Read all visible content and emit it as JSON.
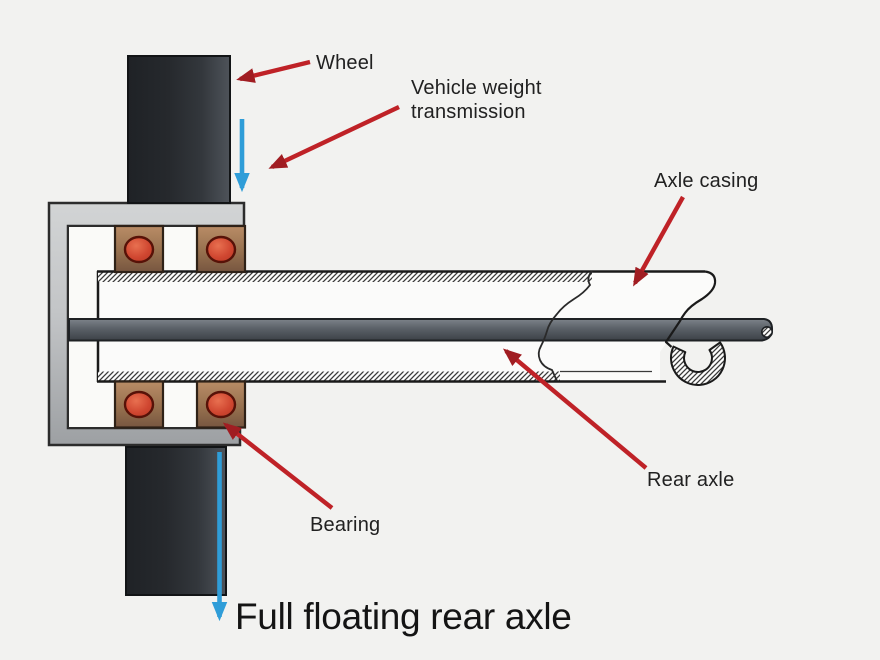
{
  "diagram": {
    "title": "Full floating rear axle",
    "labels": {
      "wheel": "Wheel",
      "vehicle_weight_line1": "Vehicle weight",
      "vehicle_weight_line2": "transmission",
      "axle_casing": "Axle casing",
      "rear_axle": "Rear axle",
      "bearing": "Bearing"
    },
    "colors": {
      "background": "#f2f2f0",
      "annotation_arrow_red": "#bf2227",
      "annotation_arrowhead_red": "#a01d22",
      "force_arrow_blue": "#2f9dd8",
      "wheel_dark": "#26292d",
      "hub_gray": "#c3c5c7",
      "bearing_brown": "#9a7355",
      "bearing_roller_red": "#cc4530",
      "axle_shaft_gray": "#5a6067",
      "outline": "#1a1a1a"
    }
  }
}
